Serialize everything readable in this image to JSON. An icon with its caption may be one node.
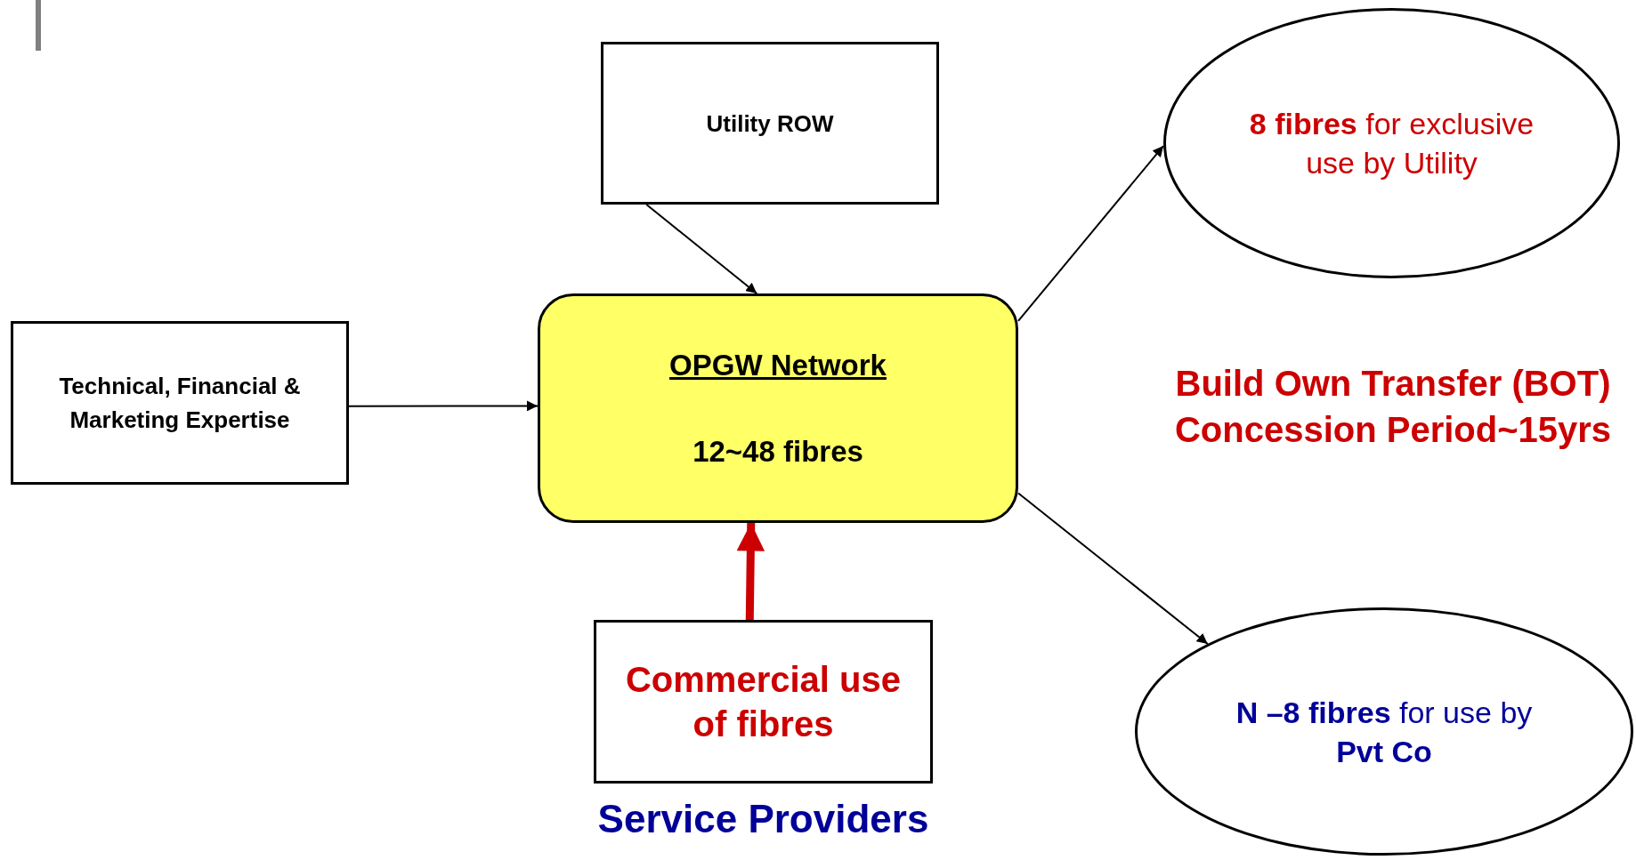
{
  "diagram": {
    "nodes": [
      {
        "text": [
          "Utility ROW"
        ]
      },
      {
        "text": [
          "Technical, Financial & Marketing Expertise"
        ]
      },
      {
        "text": [
          "OPGW Network",
          "12~48 fibres"
        ]
      },
      {
        "text": [
          "**8 fibres** for exclusive use by Utility"
        ]
      },
      {
        "text": [
          "Commercial use of fibres"
        ],
        "beside": [
          "Service Providers"
        ]
      },
      {
        "text": [
          "**N –8 fibres** for use by **Pvt Co**"
        ]
      }
    ],
    "edges": [
      {
        "from": 0,
        "to": 2,
        "arrow": "to"
      },
      {
        "from": 1,
        "to": 2,
        "arrow": "to"
      },
      {
        "from": 2,
        "to": 3,
        "arrow": "to"
      },
      {
        "from": 2,
        "to": 5,
        "arrow": "to"
      },
      {
        "from": 4,
        "to": 2,
        "arrow": "to",
        "style": "thick",
        "color": "#cc0000"
      }
    ],
    "labels": [
      "Build Own Transfer (BOT) Concession Period~15yrs"
    ]
  }
}
